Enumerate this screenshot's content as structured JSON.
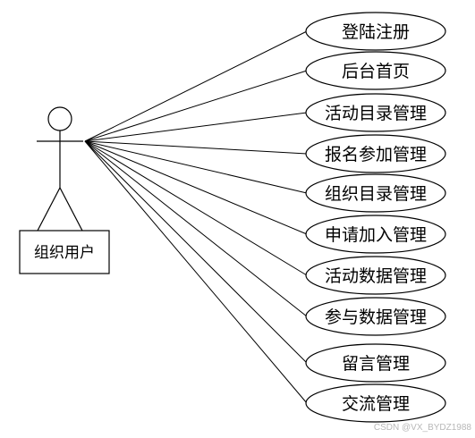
{
  "actor": {
    "label": "组织用户"
  },
  "use_cases": [
    "登陆注册",
    "后台首页",
    "活动目录管理",
    "报名参加管理",
    "组织目录管理",
    "申请加入管理",
    "活动数据管理",
    "参与数据管理",
    "留言管理",
    "交流管理"
  ],
  "watermark": "CSDN @VX_BYDZ1988",
  "colors": {
    "stroke": "#000000",
    "background": "#ffffff"
  }
}
